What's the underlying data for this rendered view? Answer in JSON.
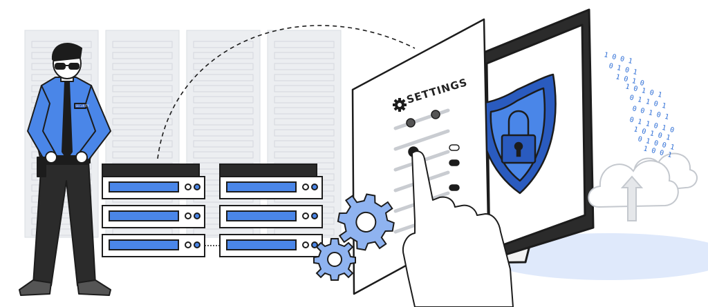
{
  "settings_panel": {
    "title": "SETTINGS"
  },
  "guard": {
    "badge_text": "SECURITY"
  },
  "binary_stream": {
    "rows": [
      "1 0 0 1",
      "0 1 0 1",
      "1 0 1 0",
      "1 0 1 0 1",
      "0 1 1 0 1",
      "0 0 1 0 1",
      "0 1 1 0 1 0",
      "1 0 1 0 1",
      "0 1 0 0 1",
      "1 0 0 1"
    ]
  },
  "icons": {
    "gear": "gear-icon",
    "padlock": "padlock-icon",
    "shield": "shield-icon",
    "cloud": "cloud-upload-icon",
    "pointer": "pointing-hand-icon"
  },
  "colors": {
    "accent": "#4a86e8",
    "accent_dark": "#2a5bbf",
    "outline": "#1c1c1c",
    "rack_gray": "#e8eaed",
    "ground_blue": "#dfe9fb"
  }
}
